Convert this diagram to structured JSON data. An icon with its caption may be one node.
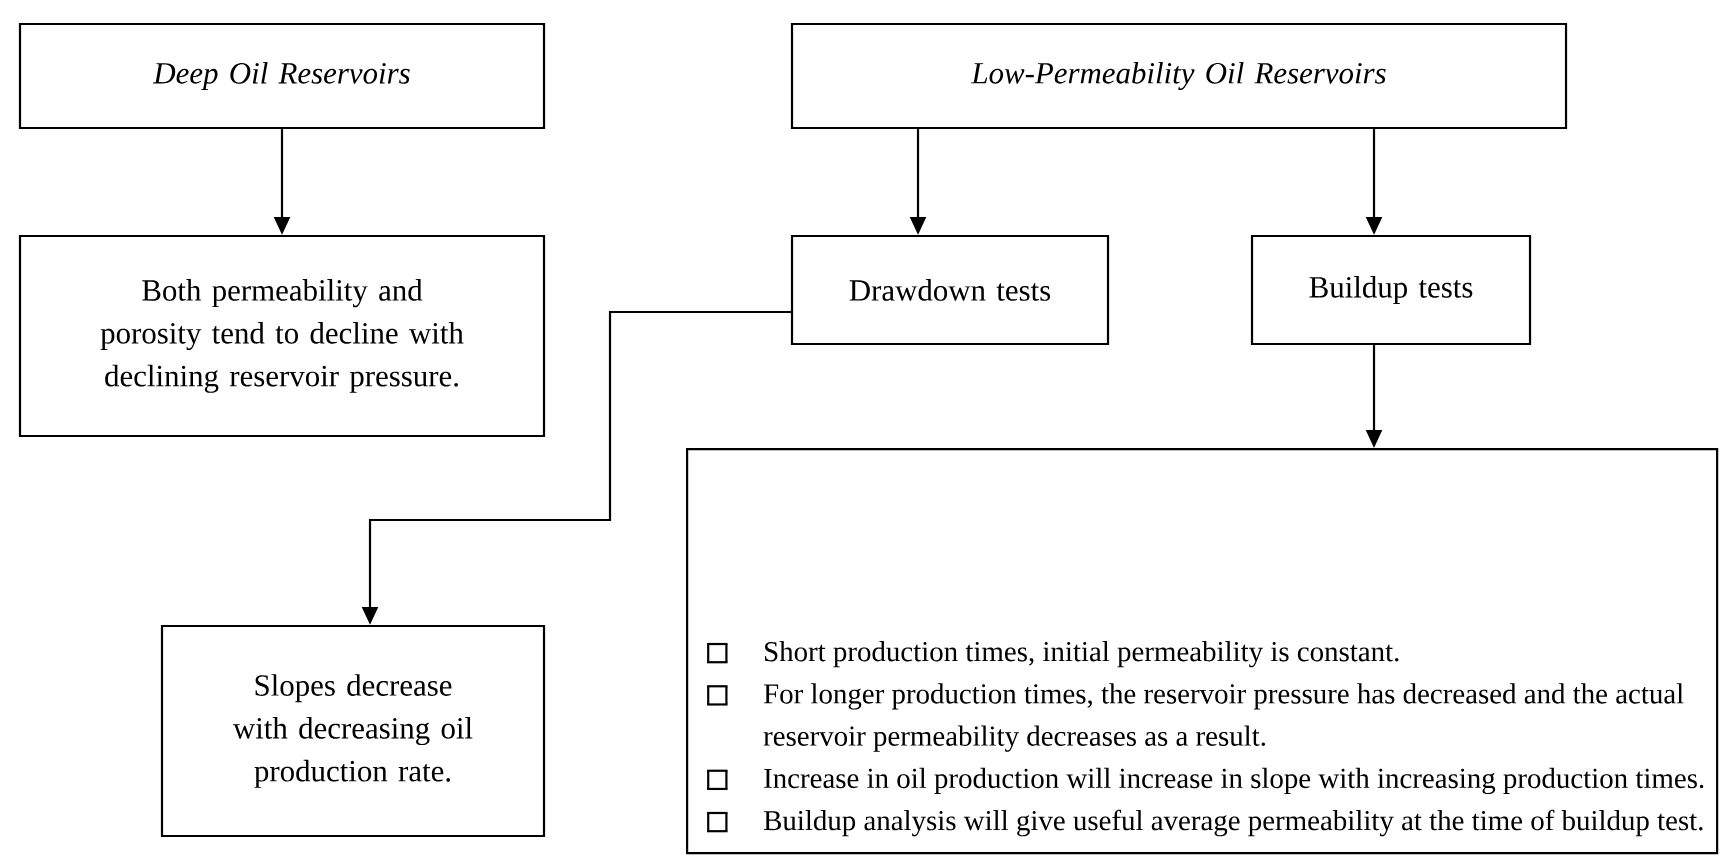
{
  "diagram": {
    "nodes": [
      {
        "text": [
          "Deep Oil Reservoirs"
        ]
      },
      {
        "text": [
          "Low-Permeability Oil Reservoirs"
        ]
      },
      {
        "text": [
          "Both permeability and porosity tend to decline with declining reservoir pressure."
        ]
      },
      {
        "text": [
          "Drawdown tests"
        ]
      },
      {
        "text": [
          "Buildup tests"
        ]
      },
      {
        "text": [
          "Slopes decrease with decreasing oil production rate."
        ]
      },
      {
        "text": [
          "Short production times, initial permeability is constant.",
          "For longer production times, the reservoir pressure has decreased and the actual reservoir permeability decreases as a result.",
          "Increase in oil production will increase in slope with increasing production times.",
          "Buildup analysis will give useful average permeability at the time of buildup test."
        ]
      }
    ],
    "edges": [
      {
        "from": 0,
        "to": 2,
        "arrow": "to"
      },
      {
        "from": 1,
        "to": 3,
        "arrow": "to"
      },
      {
        "from": 1,
        "to": 4,
        "arrow": "to"
      },
      {
        "from": 3,
        "to": 5,
        "arrow": "to"
      },
      {
        "from": 4,
        "to": 6,
        "arrow": "to"
      }
    ]
  }
}
